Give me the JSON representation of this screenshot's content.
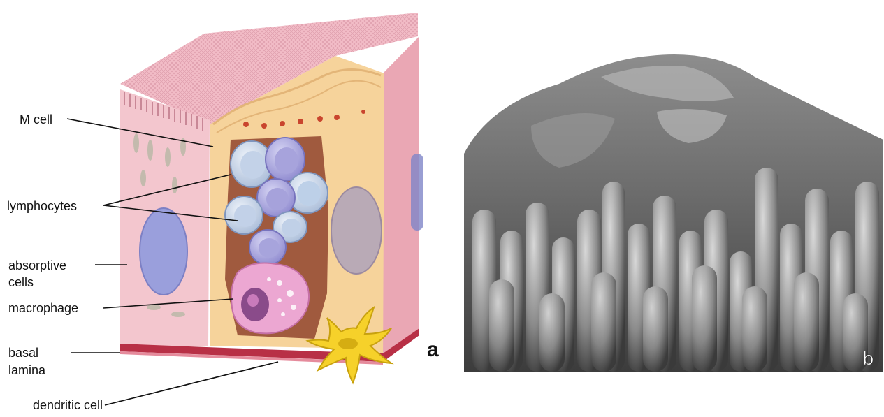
{
  "labels": {
    "m_cell": "M cell",
    "lymphocytes": "lymphocytes",
    "absorptive_line1": "absorptive",
    "absorptive_line2": "cells",
    "macrophage": "macrophage",
    "basal_line1": "basal",
    "basal_line2": "lamina",
    "dendritic_cell": "dendritic cell"
  },
  "panels": {
    "a": "a",
    "b": "b"
  },
  "colors": {
    "epithelium_pink": "#f2c3cb",
    "m_cell_yellow": "#f6d49a",
    "lymphocyte_blue": "#c9d8ea",
    "lymphocyte_violet": "#a9a6dd",
    "macrophage_pink": "#e7a2cf",
    "dendritic_yellow": "#f6d12a",
    "basal_red": "#b83046",
    "sem_gray": "#6a6a6a"
  }
}
